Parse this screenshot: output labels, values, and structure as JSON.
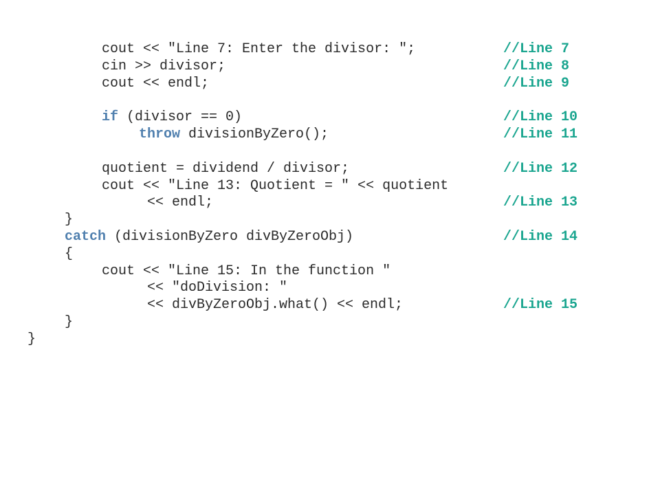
{
  "colors": {
    "code_text": "#2a2a2a",
    "keyword": "#4f7fae",
    "comment": "#1aa58f",
    "background": "#ffffff"
  },
  "lines": [
    {
      "code": "cout << \"Line 7: Enter the divisor: \";",
      "comment": "//Line 7"
    },
    {
      "code": "cin >> divisor;",
      "comment": "//Line 8"
    },
    {
      "code": "cout << endl;",
      "comment": "//Line 9"
    },
    {
      "keyword": "if",
      "code": " (divisor == 0)",
      "comment": "//Line 10"
    },
    {
      "keyword": "throw",
      "code": " divisionByZero();",
      "comment": "//Line 11"
    },
    {
      "code": "quotient = dividend / divisor;",
      "comment": "//Line 12"
    },
    {
      "code": "cout << \"Line 13: Quotient = \" << quotient"
    },
    {
      "code": "<< endl;",
      "comment": "//Line 13"
    },
    {
      "code": "}"
    },
    {
      "keyword": "catch",
      "code": " (divisionByZero divByZeroObj)",
      "comment": "//Line 14"
    },
    {
      "code": "{"
    },
    {
      "code": "cout << \"Line 15: In the function \""
    },
    {
      "code": "<< \"doDivision: \""
    },
    {
      "code": "<< divByZeroObj.what() << endl;",
      "comment": "//Line 15"
    },
    {
      "code": "}"
    },
    {
      "code": "}"
    }
  ]
}
